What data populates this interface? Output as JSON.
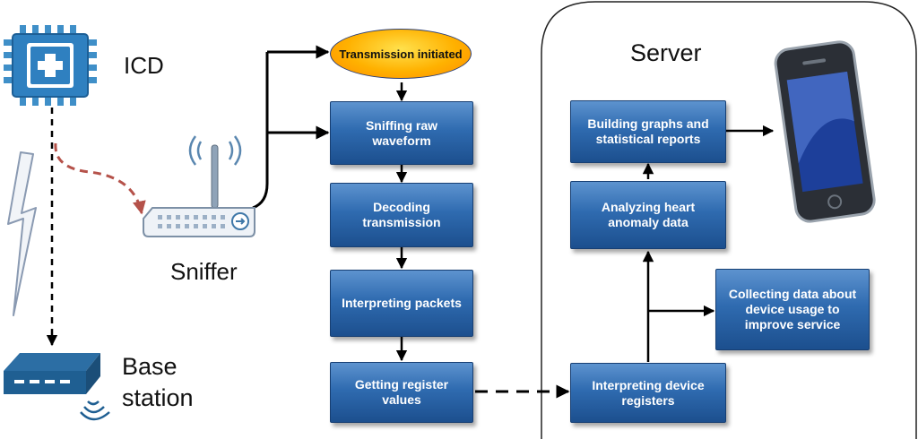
{
  "nodes": {
    "icd": "ICD",
    "sniffer": "Sniffer",
    "base_station": "Base station",
    "server": "Server"
  },
  "steps": {
    "transmission_initiated": "Transmission initiated",
    "sniffing": "Sniffing raw waveform",
    "decoding": "Decoding transmission",
    "interpreting_packets": "Interpreting packets",
    "getting_register": "Getting register values",
    "interpreting_device": "Interpreting device registers",
    "analyzing": "Analyzing heart anomaly data",
    "building": "Building graphs and statistical reports",
    "collecting": "Collecting data about device usage to improve service"
  },
  "icons": [
    "chip-icon",
    "router-icon",
    "lightning-icon",
    "base-station-icon",
    "phone-icon"
  ],
  "colors": {
    "box_blue": "#2f6bb0",
    "ellipse_orange": "#ffb100",
    "wireless_link": "#b5524a",
    "arrow": "#000000"
  }
}
